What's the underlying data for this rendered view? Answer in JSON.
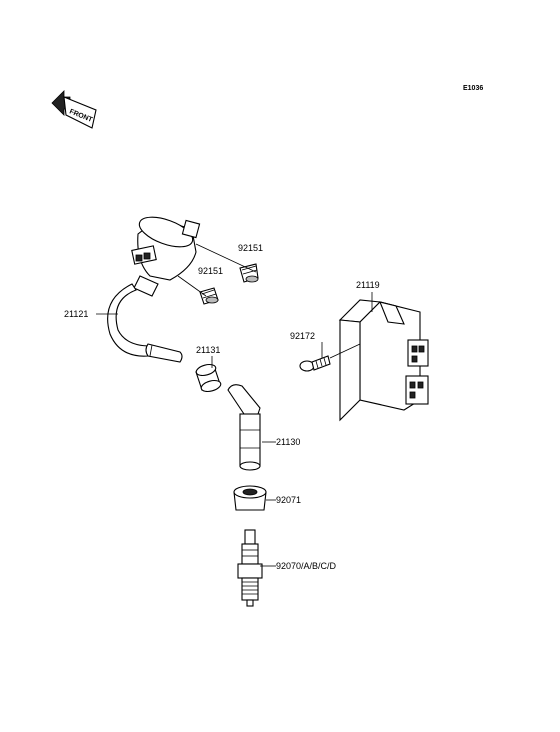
{
  "diagram_code": "E1036",
  "front_marker": "FRONT",
  "labels": {
    "bolt_upper": "92151",
    "bolt_lower": "92151",
    "ignition_coil": "21121",
    "cdi_unit": "21119",
    "cdi_bolt": "92172",
    "cap_seal": "21131",
    "plug_cap": "21130",
    "plug_boot": "92071",
    "spark_plug": "92070/A/B/C/D"
  }
}
